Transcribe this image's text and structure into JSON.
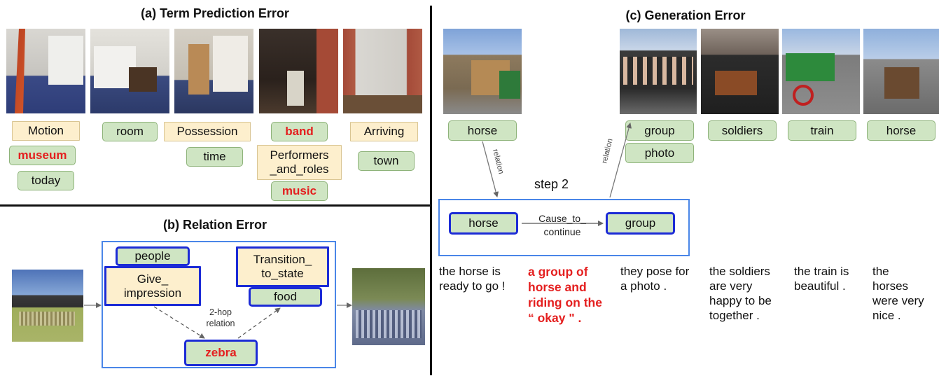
{
  "panel_a": {
    "title": "(a) Term Prediction Error",
    "tags": {
      "motion": "Motion",
      "museum": "museum",
      "today": "today",
      "room": "room",
      "possession": "Possession",
      "time": "time",
      "band": "band",
      "performers": "Performers\n_and_roles",
      "music": "music",
      "arriving": "Arriving",
      "town": "town"
    }
  },
  "panel_b": {
    "title": "(b) Relation Error",
    "tags": {
      "people": "people",
      "give": "Give_\nimpression",
      "transition": "Transition_\nto_state",
      "food": "food",
      "zebra": "zebra"
    },
    "relation_label": "2-hop\nrelation"
  },
  "panel_c": {
    "title": "(c) Generation Error",
    "tags": {
      "horse1": "horse",
      "group": "group",
      "photo": "photo",
      "soldiers": "soldiers",
      "train": "train",
      "horse2": "horse",
      "box_horse": "horse",
      "box_group": "group"
    },
    "relation_left": "relation",
    "relation_right": "relation",
    "step": "step 2",
    "edge_label": "Cause_to_\ncontinue",
    "captions": [
      "the horse is\nready to go !",
      "a group of\nhorse and\nriding on the\n“ okay \" .",
      "they pose for\na photo .",
      "the soldiers\nare very\nhappy to be\ntogether .",
      "the train is\nbeautiful .",
      "the\nhorses\nwere very\nnice ."
    ]
  },
  "colors": {
    "tag_green": "#cfe5c3",
    "tag_beige": "#fdefcd",
    "highlight_blue": "#1c2bd6",
    "error_red": "#e41f1f",
    "box_blue": "#4a86e8"
  }
}
